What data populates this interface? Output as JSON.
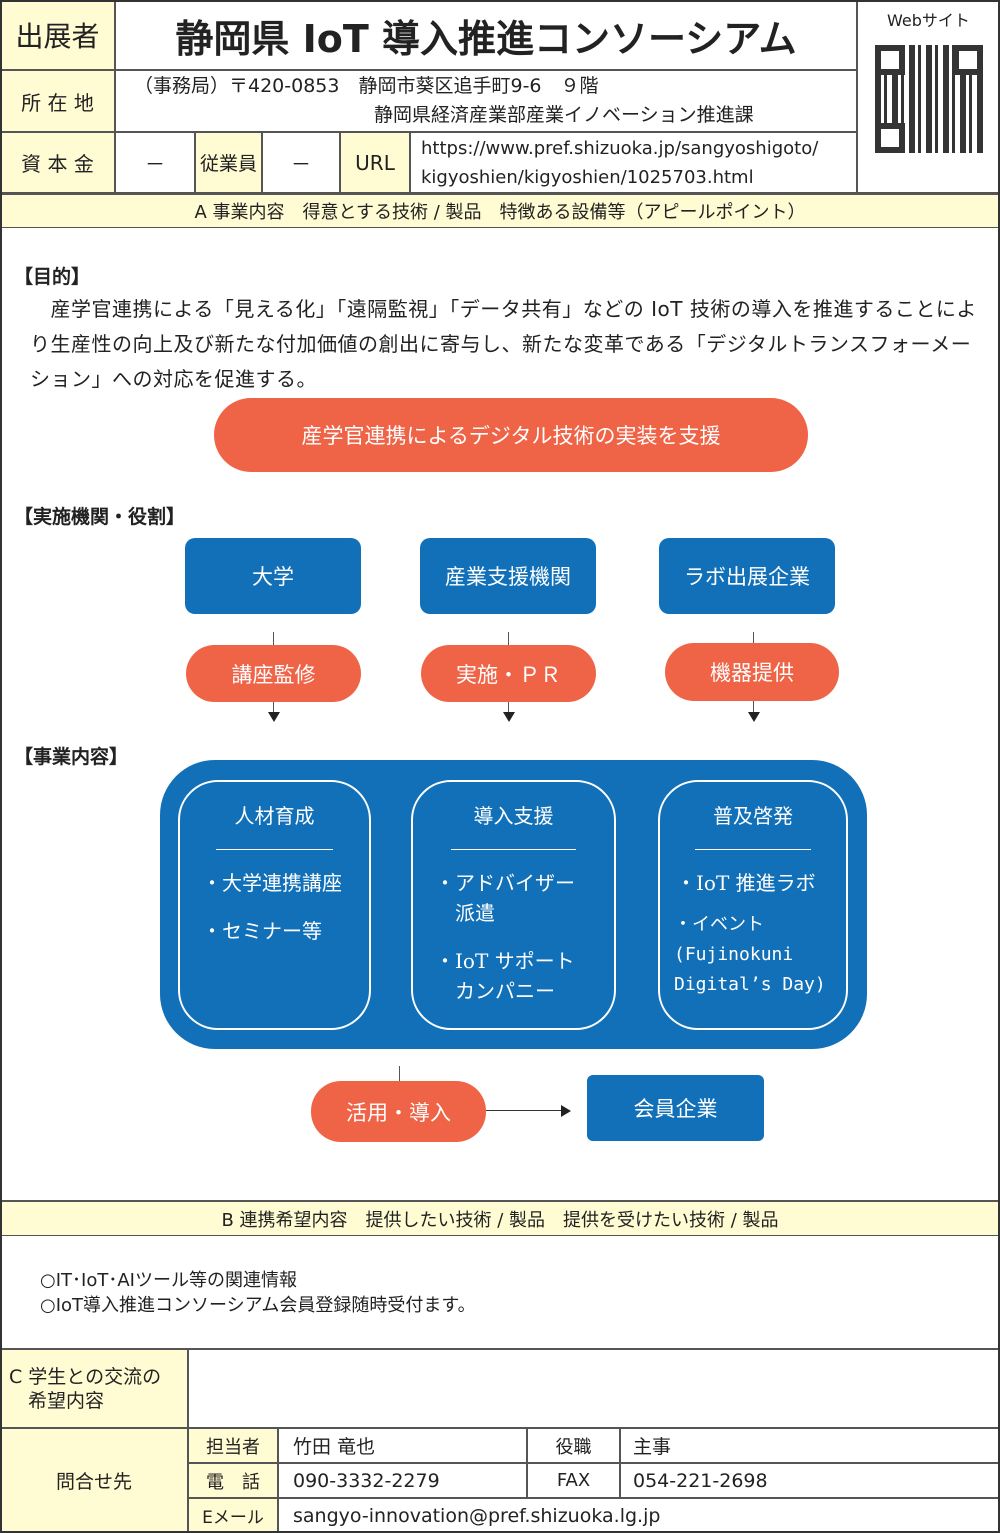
{
  "header": {
    "exhibitor_label": "出展者",
    "title": "静岡県 IoT 導入推進コンソーシアム",
    "website_label": "Webサイト",
    "address_label": "所 在 地",
    "address_line1": "（事務局）〒420-0853　静岡市葵区追手町9-6　９階",
    "address_line2": "静岡県経済産業部産業イノベーション推進課",
    "capital_label": "資 本 金",
    "capital_value": "－",
    "employees_label": "従業員",
    "employees_value": "－",
    "url_label": "URL",
    "url_line1": "https://www.pref.shizuoka.jp/sangyoshigoto/",
    "url_line2": "kigyoshien/kigyoshien/1025703.html"
  },
  "section_a": {
    "title": "A 事業内容　得意とする技術 / 製品　特徴ある設備等（アピールポイント）",
    "purpose_heading": "【目的】",
    "purpose_text": "　産学官連携による「見える化」「遠隔監視」「データ共有」などの IoT 技術の導入を推進することにより生産性の向上及び新たな付加価値の創出に寄与し、新たな変革である「デジタルトランスフォーメーション」への対応を促進する。",
    "banner": "産学官連携によるデジタル技術の実装を支援",
    "roles_heading": "【実施機関・役割】",
    "orgs": [
      {
        "name": "大学",
        "role": "講座監修"
      },
      {
        "name": "産業支援機関",
        "role": "実施・ＰＲ"
      },
      {
        "name": "ラボ出展企業",
        "role": "機器提供"
      }
    ],
    "business_heading": "【事業内容】",
    "activities": [
      {
        "title": "人材育成",
        "items": [
          "・大学連携講座",
          "・セミナー等"
        ]
      },
      {
        "title": "導入支援",
        "items": [
          "・アドバイザー\n　派遣",
          "・IoT サポート\n　カンパニー"
        ]
      },
      {
        "title": "普及啓発",
        "items": [
          "・IoT 推進ラボ",
          "・イベント\n(Fujinokuni\nDigital’s Day)"
        ]
      }
    ],
    "use_label": "活用・導入",
    "member_label": "会員企業"
  },
  "section_b": {
    "title": "B 連携希望内容　提供したい技術 / 製品　提供を受けたい技術 / 製品",
    "lines": [
      "○IT･IoT･AIツール等の関連情報",
      "○IoT導入推進コンソーシアム会員登録随時受付ます。"
    ]
  },
  "section_c": {
    "title": "C 学生との交流の\n　希望内容",
    "value": ""
  },
  "contact": {
    "label": "問合せ先",
    "person_label": "担当者",
    "person": "竹田 竜也",
    "position_label": "役職",
    "position": "主事",
    "phone_label": "電　話",
    "phone": "090-3332-2279",
    "fax_label": "FAX",
    "fax": "054-221-2698",
    "email_label": "Eメール",
    "email": "sangyo-innovation@pref.shizuoka.lg.jp"
  },
  "colors": {
    "blue": "#1170b8",
    "orange": "#ef6347",
    "label_bg": "#fffbd2"
  }
}
